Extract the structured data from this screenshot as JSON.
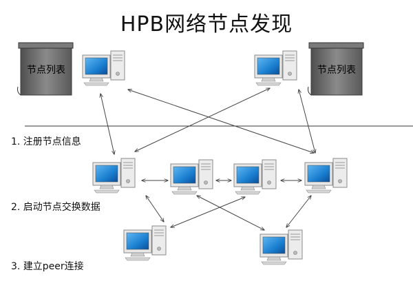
{
  "title": "HPB网络节点发现",
  "scrolls": [
    {
      "label": "节点列表"
    },
    {
      "label": "节点列表"
    }
  ],
  "steps": [
    {
      "label": "1. 注册节点信息"
    },
    {
      "label": "2. 启动节点交换数据"
    },
    {
      "label": "3. 建立peer连接"
    }
  ],
  "colors": {
    "screen": "#1a7fd0",
    "scroll": "#6e6e6e",
    "case": "#e4e4e4",
    "arrow": "#444444"
  },
  "icons": [
    "computer-icon",
    "scroll-icon",
    "arrow-icon"
  ]
}
